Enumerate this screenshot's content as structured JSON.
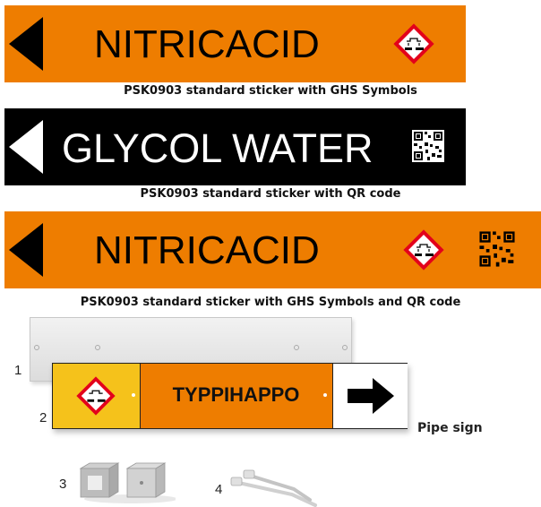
{
  "stickers": [
    {
      "text": "NITRICACID",
      "caption": "PSK0903 standard sticker with GHS Symbols"
    },
    {
      "text": "GLYCOL WATER",
      "caption": "PSK0903 standard sticker with QR code"
    },
    {
      "text": "NITRICACID",
      "caption": "PSK0903 standard sticker with GHS Symbols and QR code"
    }
  ],
  "pipe_sign": {
    "text": "TYPPIHAPPO",
    "label": "Pipe sign",
    "numbers": [
      "1",
      "2",
      "3",
      "4"
    ]
  },
  "colors": {
    "orange": "#EE7D00",
    "black": "#000000",
    "ghs_red": "#E3001B",
    "yellow": "#F5C21B",
    "holder_gray": "#E4E4E4"
  },
  "icons": [
    "arrow-left-icon",
    "ghs-corrosive-icon",
    "qr-code-icon",
    "arrow-right-icon",
    "bracket-icon",
    "cable-tie-icon"
  ]
}
